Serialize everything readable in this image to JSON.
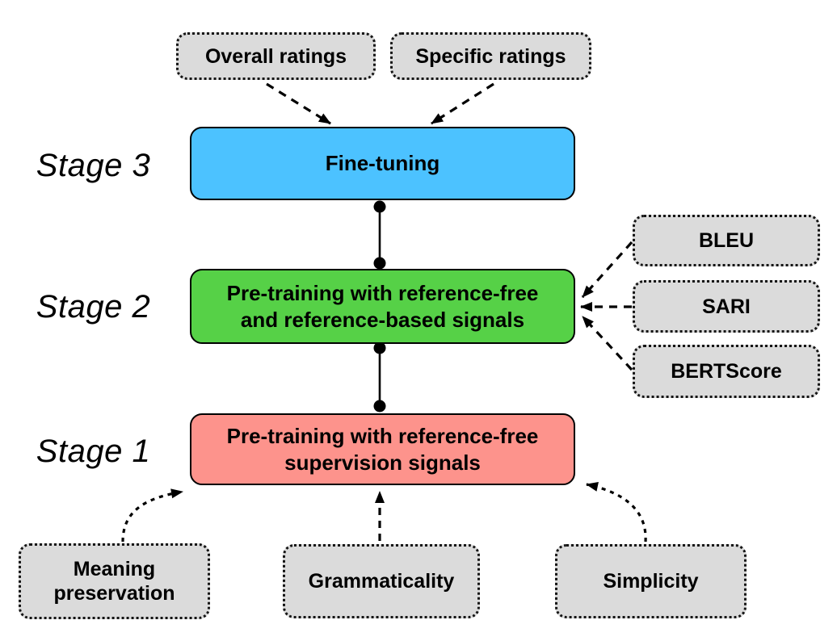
{
  "diagram": {
    "title_implicit": "Three-stage training pipeline",
    "stage_labels": {
      "stage3": "Stage 3",
      "stage2": "Stage 2",
      "stage1": "Stage 1"
    },
    "main_boxes": {
      "fine_tuning": "Fine-tuning",
      "pretrain_ref_based": "Pre-training with reference-free and reference-based signals",
      "pretrain_ref_free": "Pre-training with reference-free supervision signals"
    },
    "input_boxes": {
      "overall_ratings": "Overall ratings",
      "specific_ratings": "Specific ratings",
      "bleu": "BLEU",
      "sari": "SARI",
      "bertscore": "BERTScore",
      "meaning_preservation": "Meaning preservation",
      "grammaticality": "Grammaticality",
      "simplicity": "Simplicity"
    },
    "colors": {
      "stage3_blue": "#4CC2FF",
      "stage2_green": "#56D147",
      "stage1_red": "#FD938C",
      "input_gray": "#DBDBDB",
      "line_black": "#000000"
    }
  }
}
